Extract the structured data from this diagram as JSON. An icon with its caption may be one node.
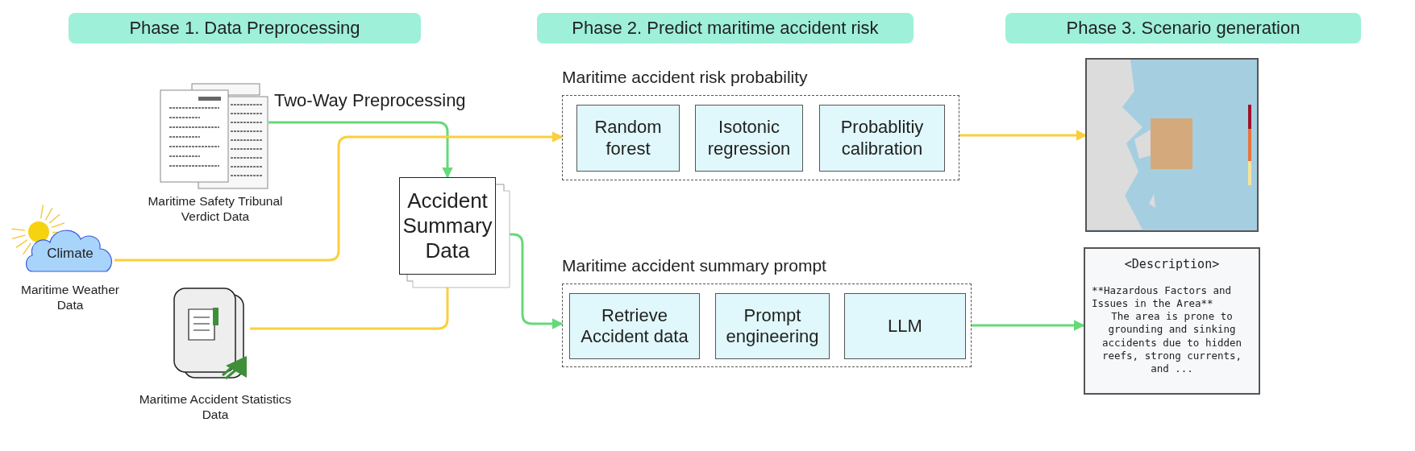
{
  "diagram": {
    "nodes": [
      {
        "text": [
          "Phase 1. Data Preprocessing"
        ]
      },
      {
        "text": [
          "Phase 2. Predict maritime accident risk"
        ]
      },
      {
        "text": [
          "Phase 3. Scenario generation"
        ]
      },
      {
        "text": [],
        "shape": "picture",
        "beside": [
          "Maritime Safety Tribunal Verdict Data"
        ]
      },
      {
        "text": [
          "Climate"
        ],
        "beside": [
          "Maritime Weather Data"
        ]
      },
      {
        "text": [],
        "shape": "picture",
        "beside": [
          "Maritime Accident Statistics Data"
        ]
      },
      {
        "text": [
          "Accident Summary Data"
        ]
      },
      {
        "text": [
          "Maritime accident risk probability"
        ]
      },
      {
        "text": [
          "Random forest"
        ],
        "in": 7
      },
      {
        "text": [
          "Isotonic regression"
        ],
        "in": 7
      },
      {
        "text": [
          "Probablitiy calibration"
        ],
        "in": 7
      },
      {
        "text": [
          "Maritime accident summary prompt"
        ]
      },
      {
        "text": [
          "Retrieve Accident data"
        ],
        "in": 11
      },
      {
        "text": [
          "Prompt engineering"
        ],
        "in": 11
      },
      {
        "text": [
          "LLM"
        ],
        "in": 11
      },
      {
        "text": [],
        "shape": "picture"
      },
      {
        "text": [
          "<Description>",
          "**Hazardous Factors and Issues in the Area**",
          "The area is prone to grounding and sinking accidents due to hidden reefs, strong currents, and ..."
        ]
      }
    ],
    "edges": [
      {
        "from": 3,
        "to": 6,
        "arrow": "to",
        "label": "Two-Way Preprocessing",
        "color": "#66d97a"
      },
      {
        "from": 4,
        "to": 7,
        "arrow": "to",
        "color": "#fbcf3c"
      },
      {
        "from": 5,
        "to": 6,
        "arrow": "to",
        "color": "#fbcf3c"
      },
      {
        "from": 6,
        "to": 11,
        "arrow": "to",
        "color": "#66d97a"
      },
      {
        "from": 7,
        "to": 15,
        "arrow": "to",
        "color": "#fbcf3c"
      },
      {
        "from": 11,
        "to": 16,
        "arrow": "to",
        "color": "#66d97a"
      }
    ]
  }
}
